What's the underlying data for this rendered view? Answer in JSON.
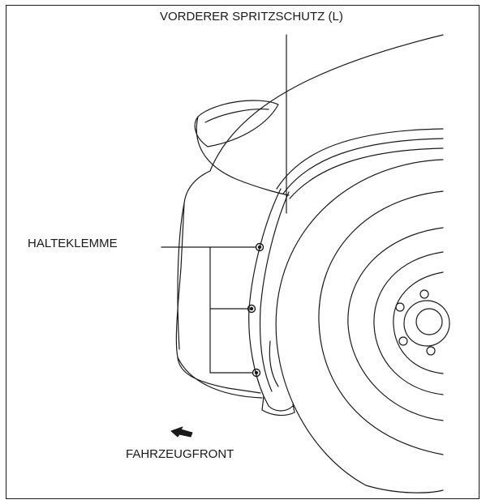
{
  "labels": {
    "splash_guard": "VORDERER SPRITZSCHUTZ (L)",
    "retaining_clip": "HALTEKLEMME",
    "vehicle_front": "FAHRZEUGFRONT"
  },
  "colors": {
    "line": "#1a1a1a",
    "background": "#ffffff"
  },
  "icons": {
    "direction": "arrow-left-icon",
    "fastener": "clip-icon"
  }
}
